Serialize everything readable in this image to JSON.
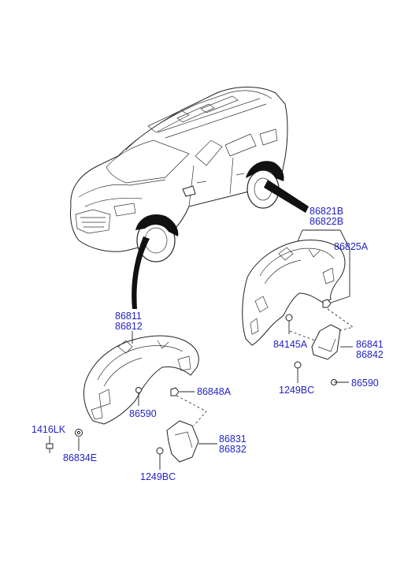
{
  "labels": {
    "front_liner_a": "86811",
    "front_liner_b": "86812",
    "rear_liner_a": "86821B",
    "rear_liner_b": "86822B",
    "rear_liner_part": "86825A",
    "rear_clip": "84145A",
    "rear_mudguard_a": "86841",
    "rear_mudguard_b": "86842",
    "rear_screw": "1249BC",
    "rear_nut": "86590",
    "front_nut_lower": "86848A",
    "front_nut_upper": "86590",
    "front_mudguard_a": "86831",
    "front_mudguard_b": "86832",
    "front_screw": "1249BC",
    "bolt": "1416LK",
    "washer": "86834E"
  },
  "colors": {
    "label": "#2323c8",
    "line": "#222222"
  }
}
